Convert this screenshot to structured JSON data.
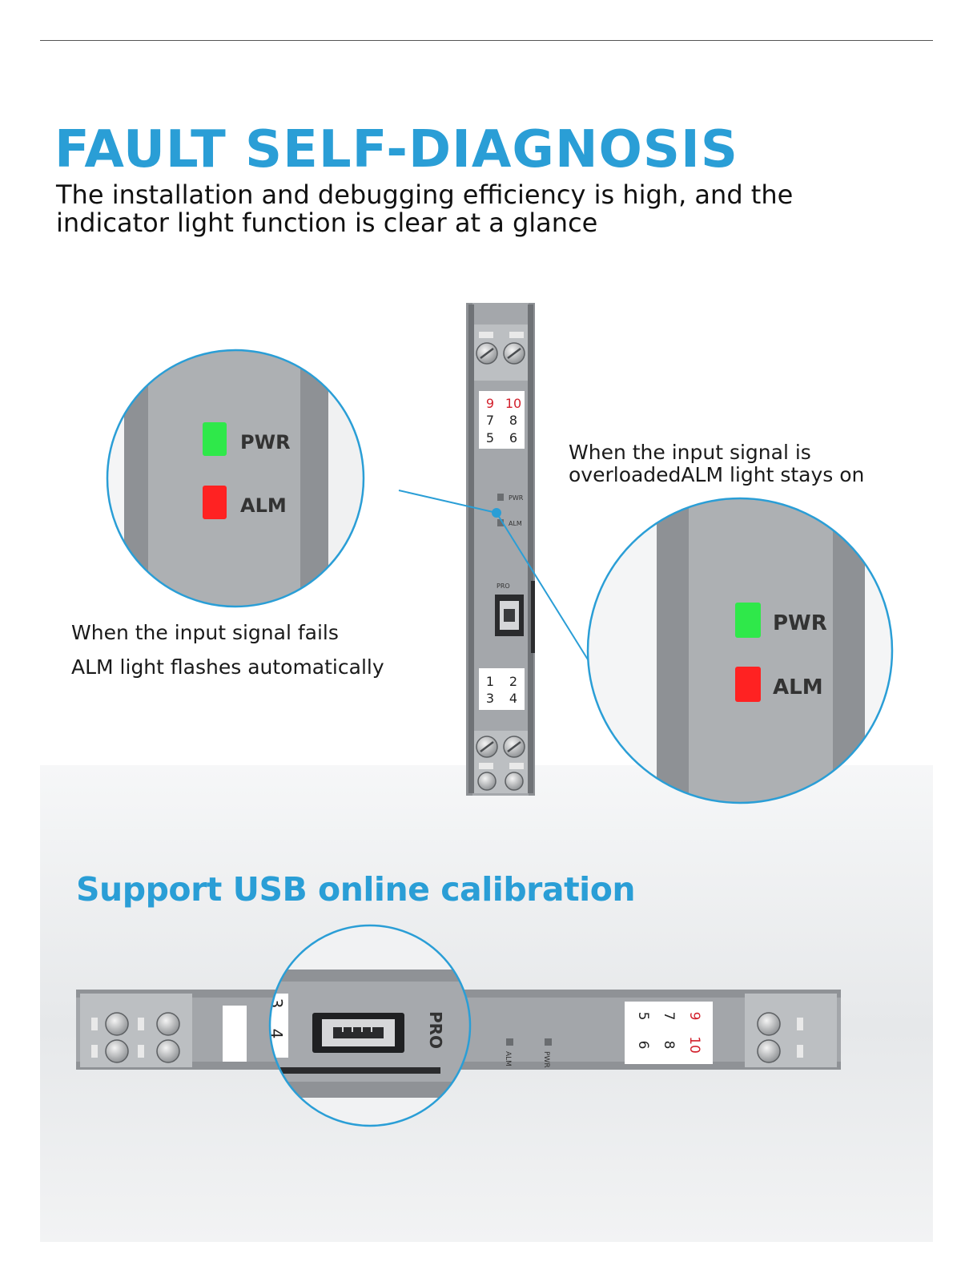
{
  "header": {
    "title": "FAULT SELF-DIAGNOSIS",
    "subtitle": "The installation and debugging efficiency is high, and the indicator light function is clear at a glance"
  },
  "device": {
    "terminal_top_row1": [
      "9",
      "10"
    ],
    "terminal_top_row2": [
      "7",
      "8"
    ],
    "terminal_top_row3": [
      "5",
      "6"
    ],
    "terminal_bottom_row1": [
      "1",
      "2"
    ],
    "terminal_bottom_row2": [
      "3",
      "4"
    ],
    "led_pwr_label": "PWR",
    "led_alm_label": "ALM",
    "port_label": "PRO"
  },
  "zoom_left": {
    "pwr_label": "PWR",
    "alm_label": "ALM"
  },
  "zoom_right": {
    "pwr_label": "PWR",
    "alm_label": "ALM"
  },
  "callouts": {
    "overload_line1": "When the input signal is",
    "overload_line2": "overloadedALM light stays on",
    "fail_line1": "When the input signal fails",
    "fail_line2": "ALM light flashes automatically"
  },
  "usb": {
    "title": "Support USB online calibration",
    "port_label": "PRO",
    "pwr_label": "PWR",
    "alm_label": "ALM",
    "terminals_left": [
      "3",
      "4"
    ],
    "terminals_right_col1": [
      "5",
      "6"
    ],
    "terminals_right_col2": [
      "7",
      "8"
    ],
    "terminals_right_col3": [
      "9",
      "10"
    ]
  },
  "colors": {
    "accent": "#2a9ed6",
    "device_gray": "#9a9da1",
    "led_green": "#2fe84a",
    "led_red": "#ff2222",
    "terminal_red": "#d21f2b"
  }
}
